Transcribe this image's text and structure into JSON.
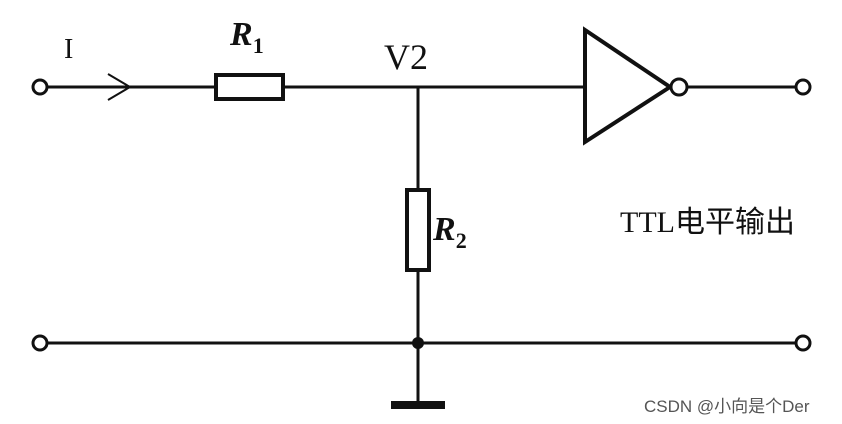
{
  "diagram": {
    "labels": {
      "current": "I",
      "r1_main": "R",
      "r1_sub": "1",
      "node": "V2",
      "r2_main": "R",
      "r2_sub": "2",
      "output_label": "TTL电平输出"
    },
    "watermark": "CSDN @小向是个Der",
    "colors": {
      "line": "#111111",
      "background": "#ffffff",
      "watermark": "#555555"
    }
  }
}
